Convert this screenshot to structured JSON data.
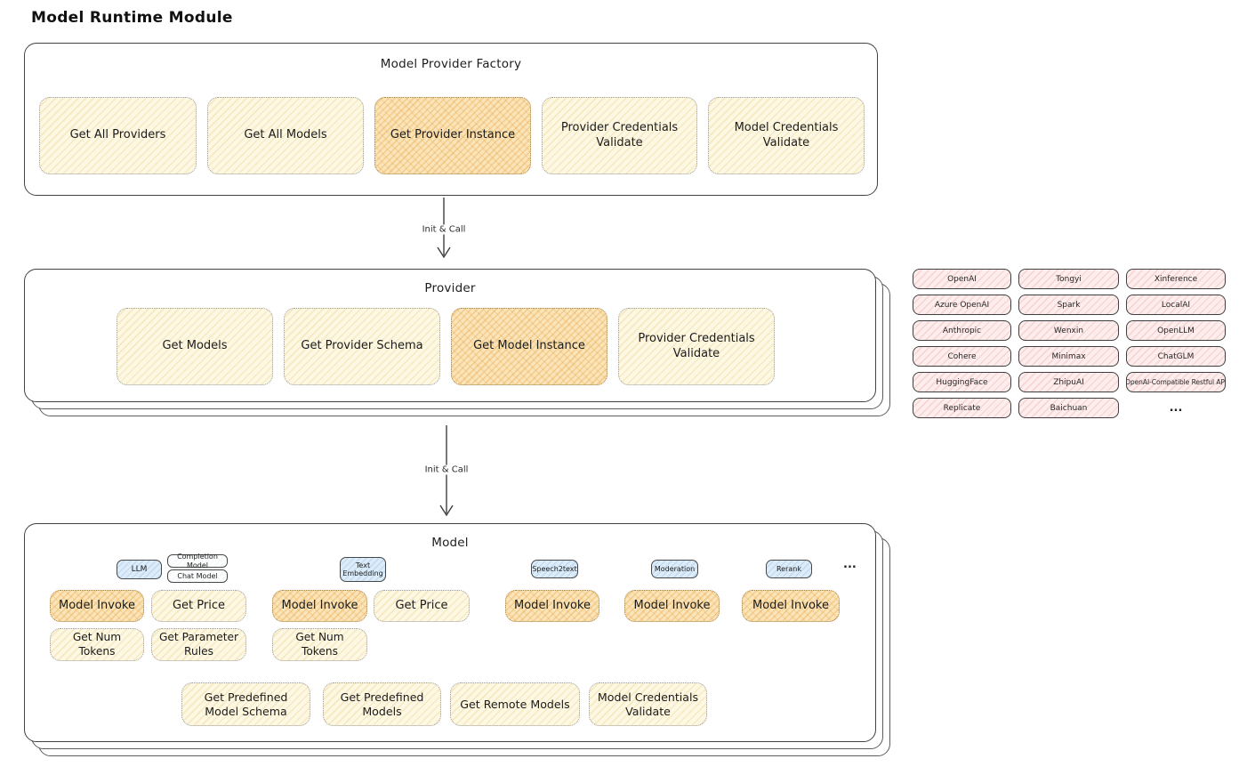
{
  "page_title": "Model Runtime Module",
  "arrows": {
    "label_1": "Init & Call",
    "label_2": "Init & Call"
  },
  "colors": {
    "highlight_orange": "#f5c878",
    "button_cream": "#fdf8e4",
    "provider_pink": "#fdeeed",
    "badge_blue": "#ddecf9",
    "border_dark": "#424242"
  },
  "factory": {
    "title": "Model Provider Factory",
    "buttons": [
      {
        "label": "Get All Providers",
        "highlighted": false
      },
      {
        "label": "Get All Models",
        "highlighted": false
      },
      {
        "label": "Get Provider Instance",
        "highlighted": true
      },
      {
        "label": "Provider Credentials Validate",
        "highlighted": false
      },
      {
        "label": "Model Credentials Validate",
        "highlighted": false
      }
    ]
  },
  "provider": {
    "title": "Provider",
    "buttons": [
      {
        "label": "Get Models",
        "highlighted": false
      },
      {
        "label": "Get Provider Schema",
        "highlighted": false
      },
      {
        "label": "Get Model Instance",
        "highlighted": true
      },
      {
        "label": "Provider Credentials Validate",
        "highlighted": false
      }
    ]
  },
  "providers_list": {
    "items": [
      "OpenAI",
      "Tongyi",
      "Xinference",
      "Azure OpenAI",
      "Spark",
      "LocalAI",
      "Anthropic",
      "Wenxin",
      "OpenLLM",
      "Cohere",
      "Minimax",
      "ChatGLM",
      "HuggingFace",
      "ZhipuAI",
      "OpenAI-Compatible Restful API",
      "Replicate",
      "Baichuan"
    ],
    "more": "..."
  },
  "model": {
    "title": "Model",
    "more": "...",
    "badges": {
      "llm": "LLM",
      "completion": "Completion Model",
      "chat": "Chat Model",
      "text_embedding": "Text Embedding",
      "speech2text": "Speech2text",
      "moderation": "Moderation",
      "rerank": "Rerank"
    },
    "buttons": {
      "llm_invoke": "Model Invoke",
      "llm_get_price": "Get Price",
      "llm_get_num_tokens": "Get Num Tokens",
      "llm_get_parameter_rules": "Get Parameter Rules",
      "te_invoke": "Model Invoke",
      "te_get_price": "Get Price",
      "te_get_num_tokens": "Get Num Tokens",
      "s2t_invoke": "Model Invoke",
      "moderation_invoke": "Model Invoke",
      "rerank_invoke": "Model Invoke",
      "get_predefined_model_schema": "Get Predefined Model Schema",
      "get_predefined_models": "Get Predefined Models",
      "get_remote_models": "Get Remote Models",
      "model_credentials_validate": "Model Credentials Validate"
    }
  }
}
